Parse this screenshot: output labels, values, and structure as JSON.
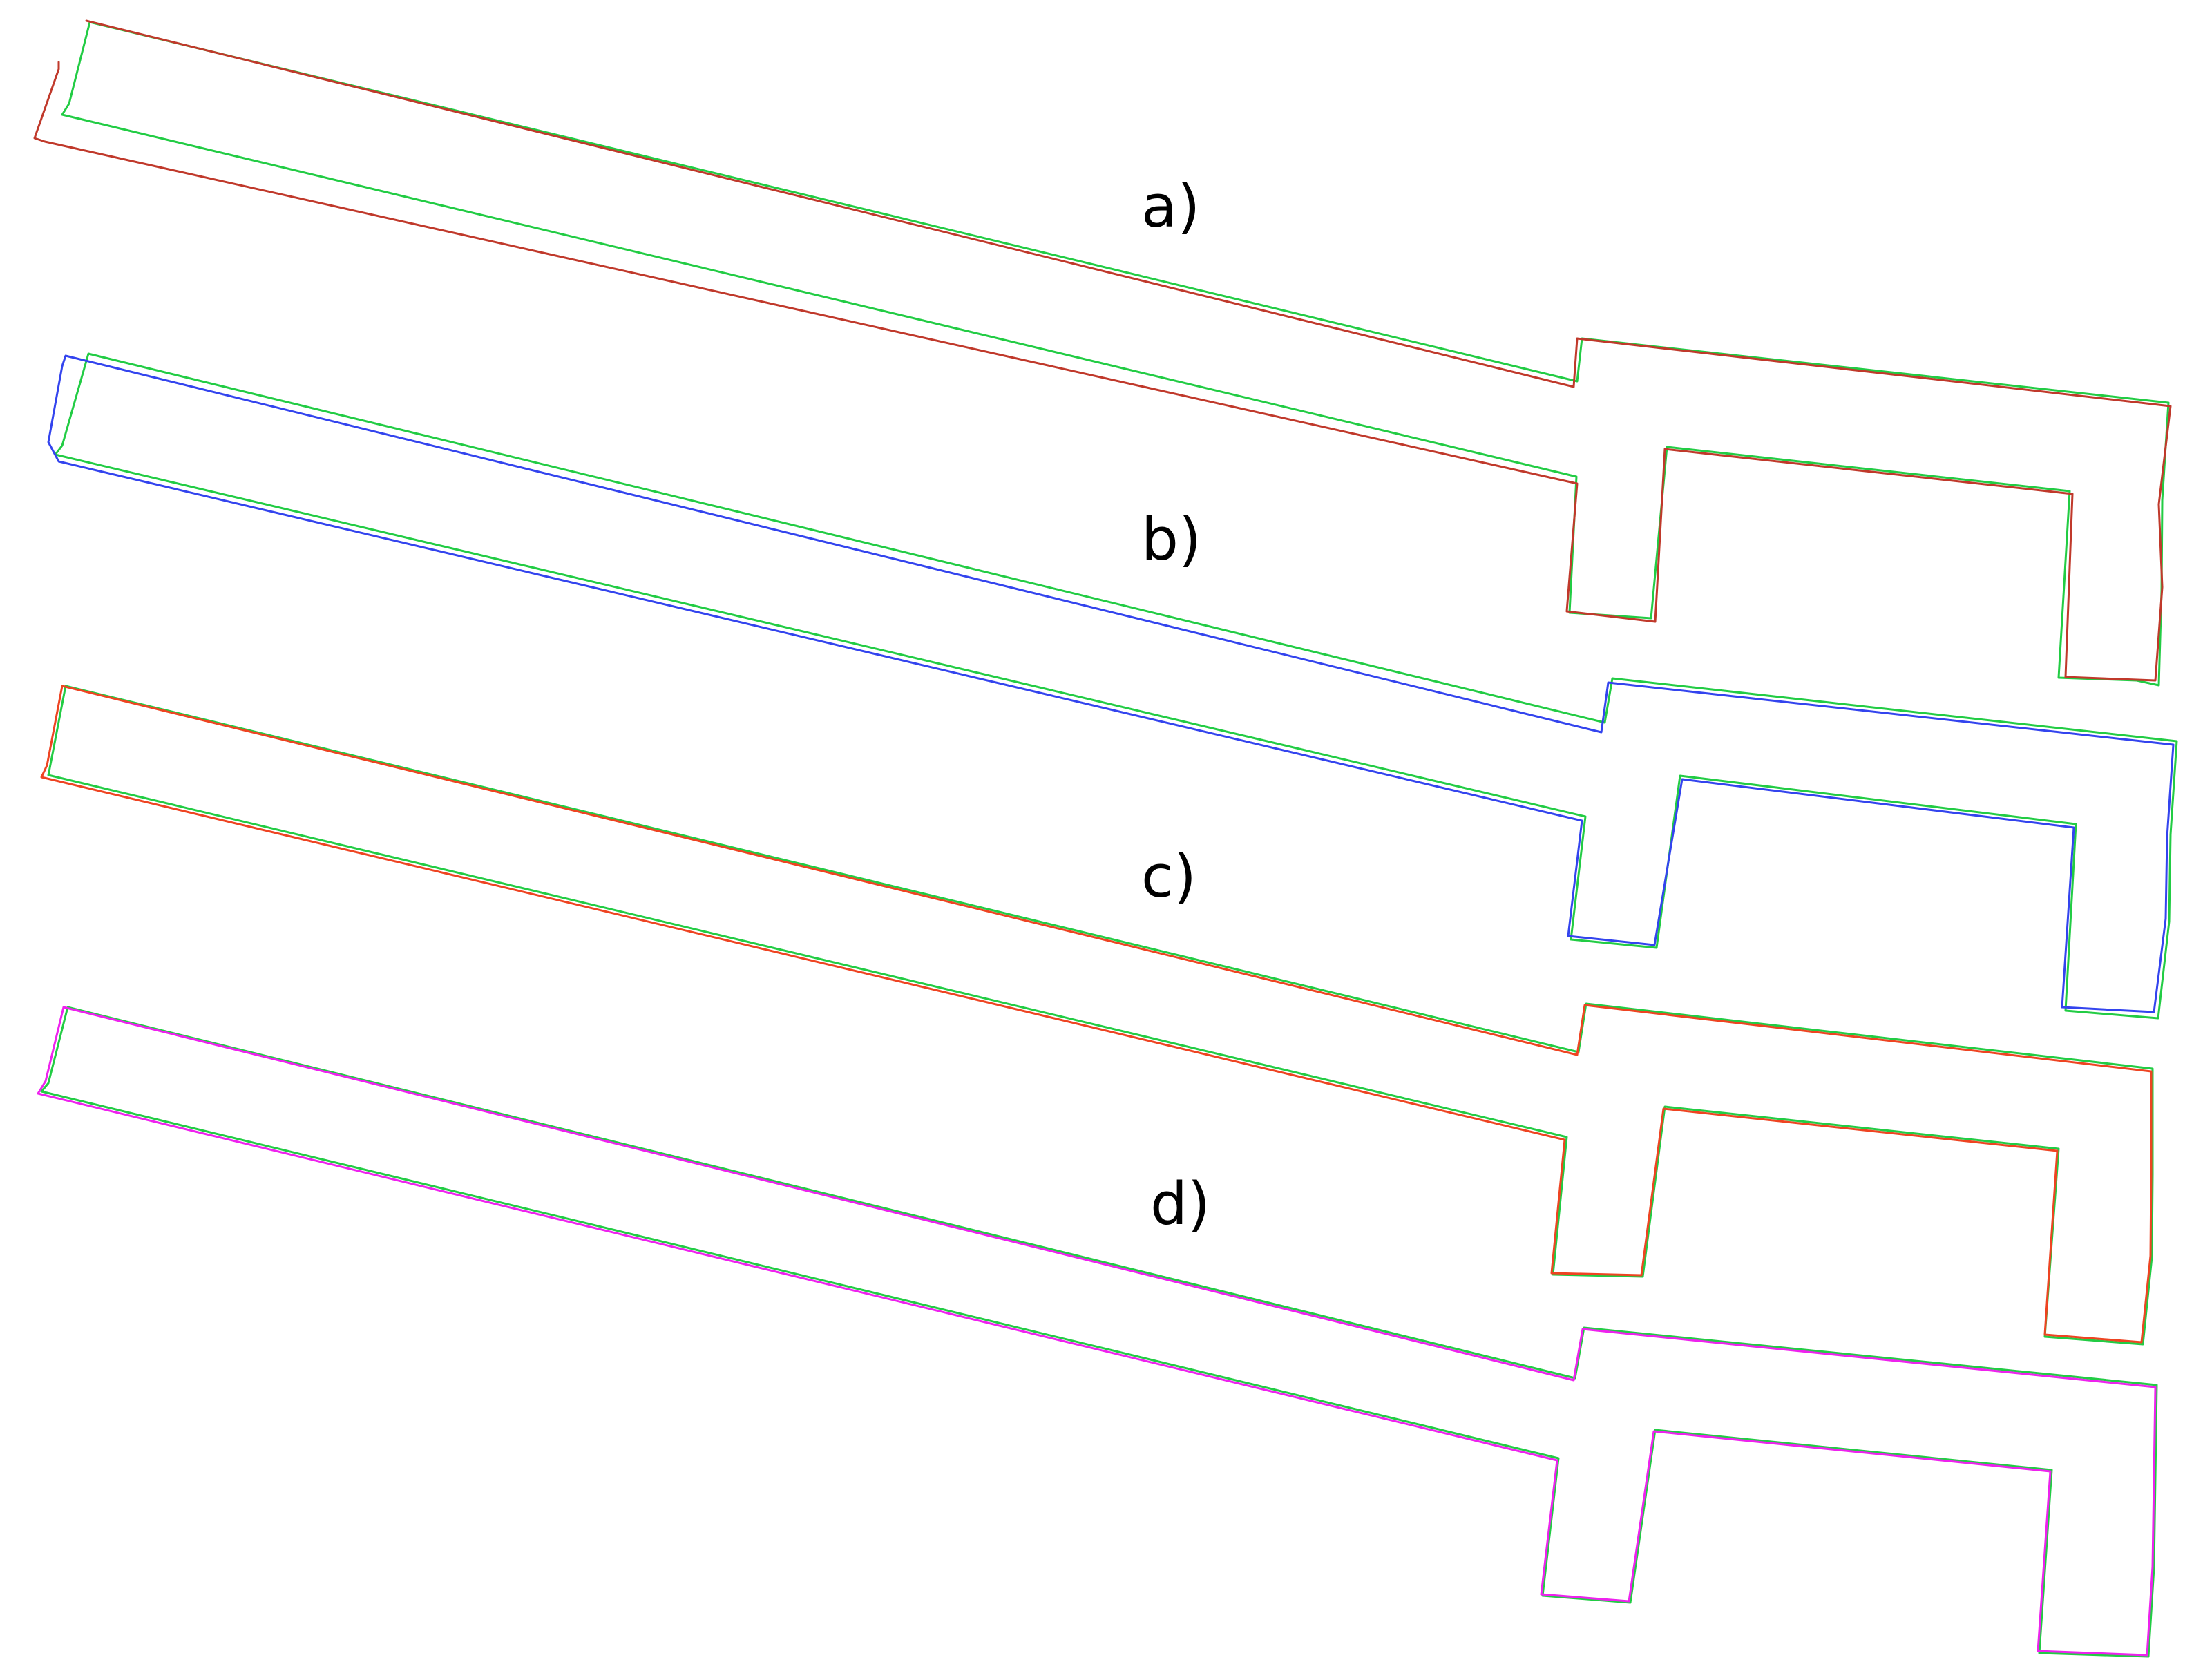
{
  "figure": {
    "panels": [
      {
        "id": "a",
        "label": "a)",
        "trace_colors": [
          "#22cc44",
          "#c0392b"
        ]
      },
      {
        "id": "b",
        "label": "b)",
        "trace_colors": [
          "#22cc44",
          "#3344ee"
        ]
      },
      {
        "id": "c",
        "label": "c)",
        "trace_colors": [
          "#22cc44",
          "#ee4422"
        ]
      },
      {
        "id": "d",
        "label": "d)",
        "trace_colors": [
          "#22cc44",
          "#ee22ee"
        ]
      }
    ]
  }
}
